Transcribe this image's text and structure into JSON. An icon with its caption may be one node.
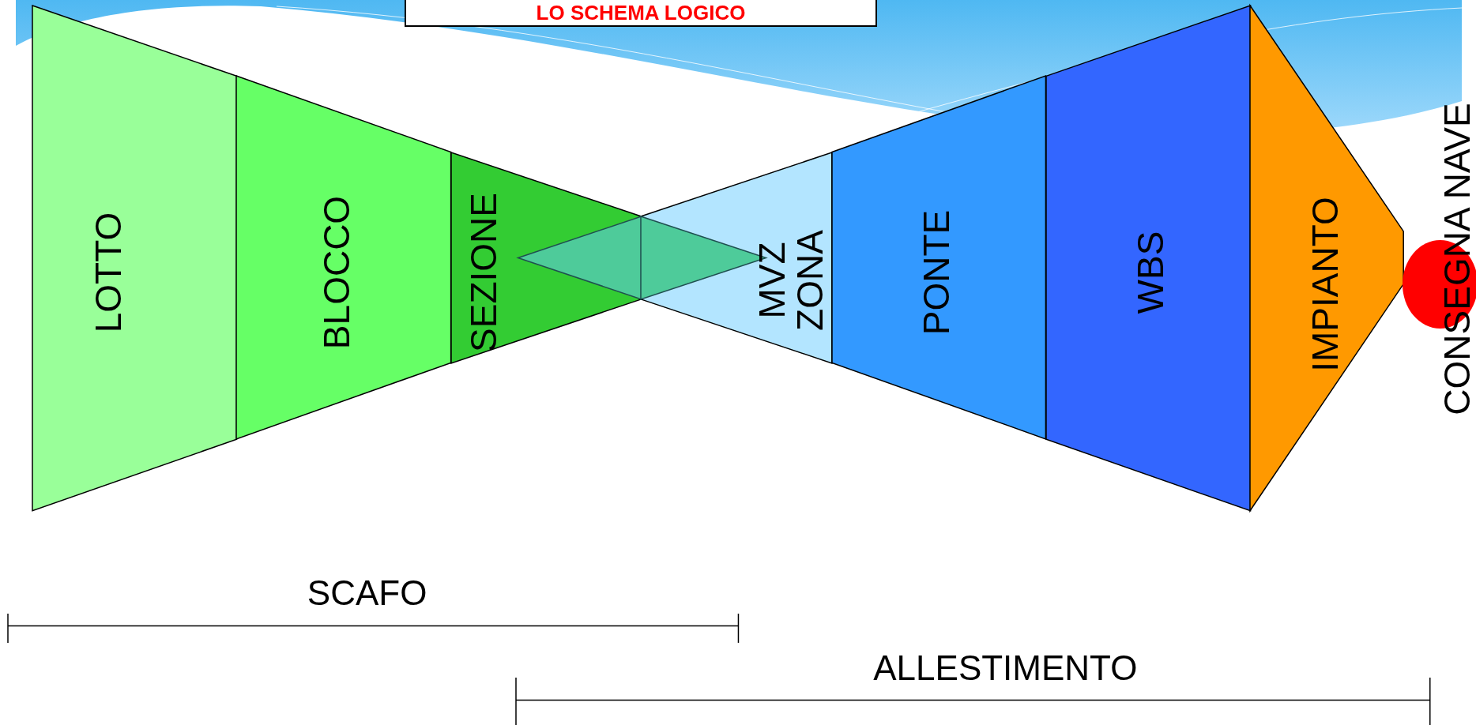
{
  "diagram": {
    "title": "LO SCHEMA LOGICO",
    "nodes": [
      {
        "text": [
          "LOTTO"
        ]
      },
      {
        "text": [
          "BLOCCO"
        ]
      },
      {
        "text": [
          "SEZIONE"
        ]
      },
      {
        "text": [
          "MVZ ZONA"
        ]
      },
      {
        "text": [
          "PONTE"
        ]
      },
      {
        "text": [
          "WBS"
        ]
      },
      {
        "text": [
          "IMPIANTO"
        ]
      },
      {
        "text": [
          "CONSEGNA NAVE"
        ]
      }
    ],
    "edges": [],
    "labels": [
      "SCAFO",
      "ALLESTIMENTO"
    ]
  }
}
